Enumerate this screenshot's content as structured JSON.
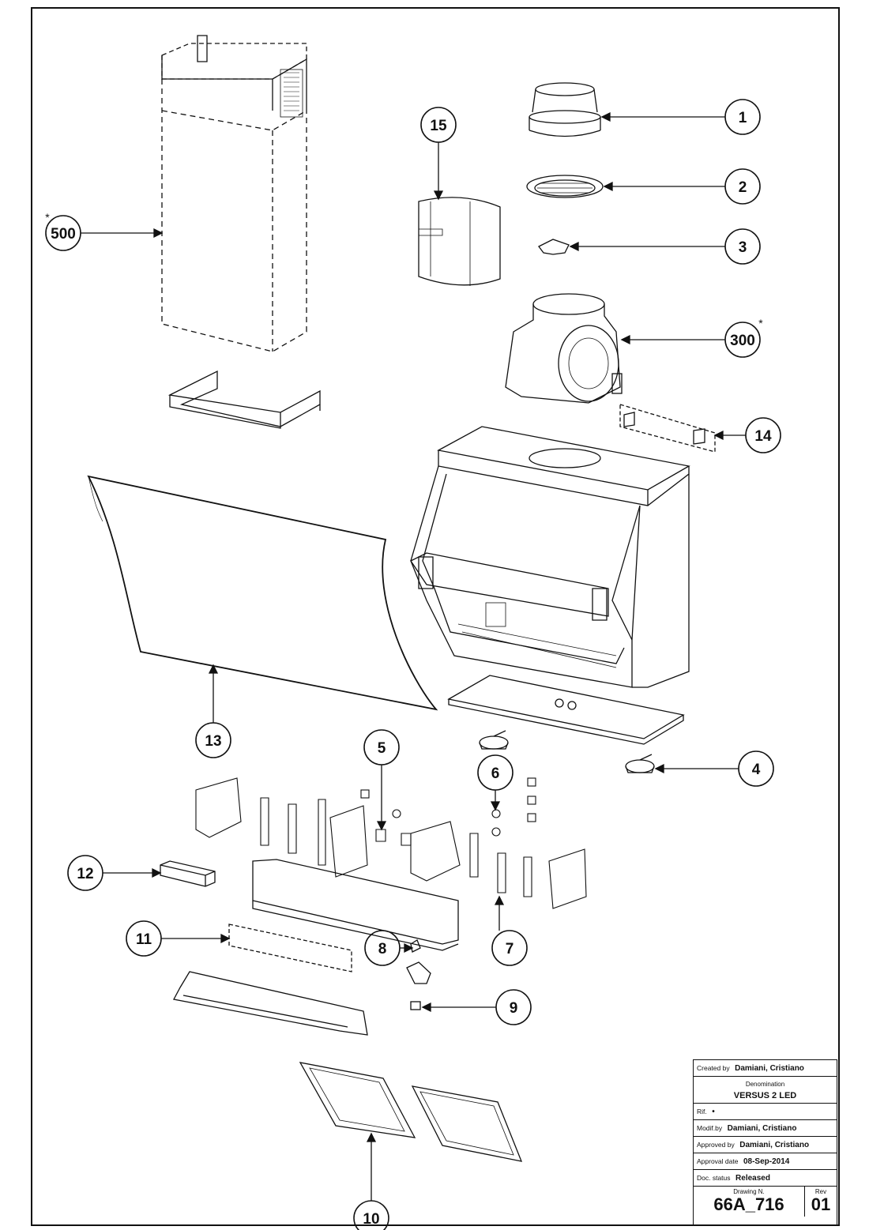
{
  "callouts": [
    "1",
    "2",
    "3",
    "4",
    "5",
    "6",
    "7",
    "8",
    "9",
    "10",
    "11",
    "12",
    "13",
    "14",
    "15",
    "300",
    "500"
  ],
  "star_marker": "*",
  "title_block": {
    "created_by_label": "Created by",
    "created_by_value": "Damiani, Cristiano",
    "denomination_label": "Denomination",
    "denomination_value": "VERSUS 2 LED",
    "rif_label": "Rif.",
    "rif_value": "•",
    "modif_by_label": "Modif.by",
    "modif_by_value": "Damiani, Cristiano",
    "approved_by_label": "Approved by",
    "approved_by_value": "Damiani, Cristiano",
    "approval_date_label": "Approval date",
    "approval_date_value": "08-Sep-2014",
    "doc_status_label": "Doc. status",
    "doc_status_value": "Released",
    "drawing_label": "Drawing N.",
    "drawing_value": "66A_716",
    "rev_label": "Rev",
    "rev_value": "01"
  }
}
